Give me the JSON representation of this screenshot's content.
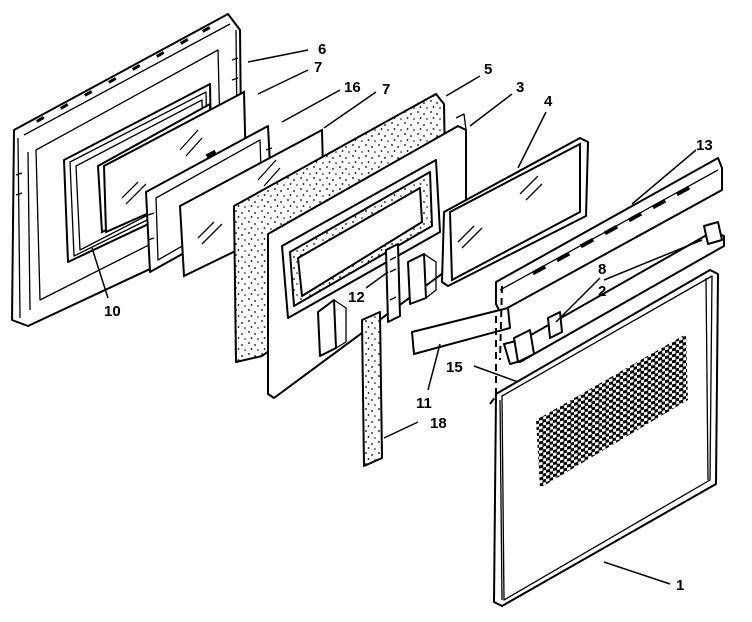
{
  "labels": {
    "l1": "1",
    "l2": "2",
    "l3": "3",
    "l4": "4",
    "l5": "5",
    "l6": "6",
    "l7a": "7",
    "l7b": "7",
    "l8": "8",
    "l10": "10",
    "l11": "11",
    "l12": "12",
    "l13": "13",
    "l15": "15",
    "l16": "16",
    "l18": "18"
  }
}
